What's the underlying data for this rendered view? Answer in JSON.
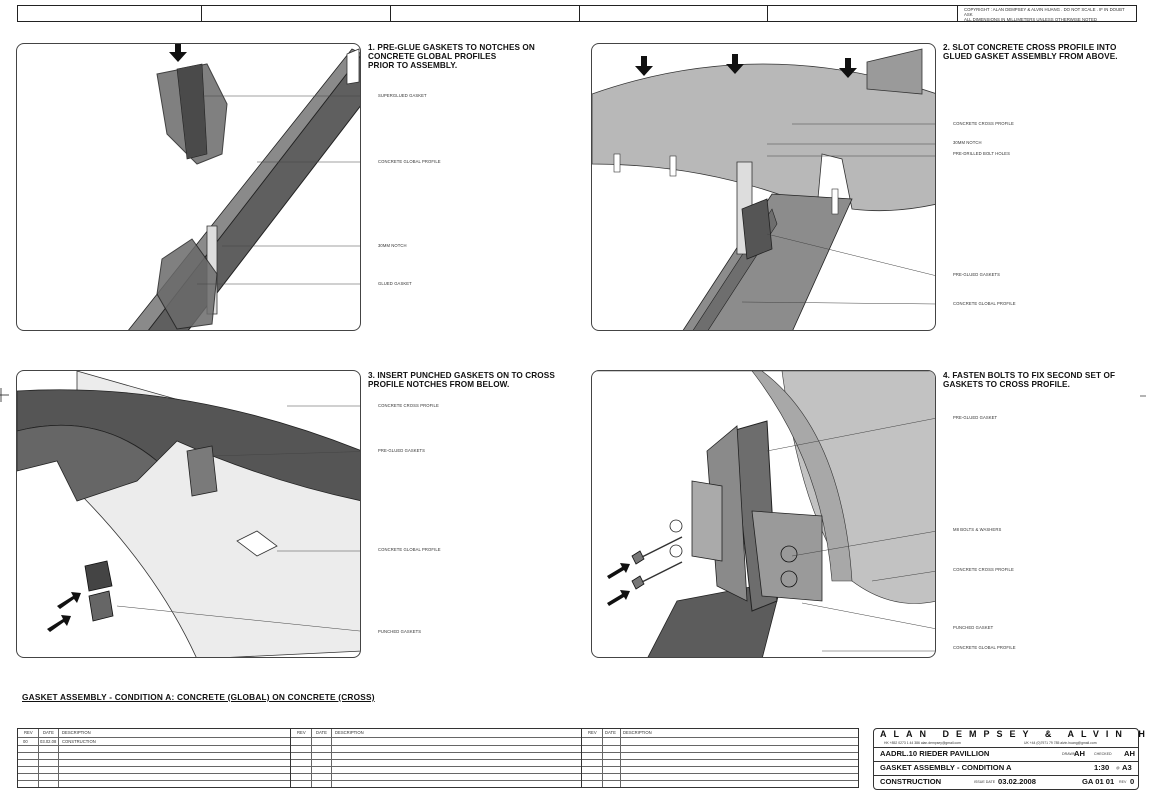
{
  "copyright_note": "COPYRIGHT : ALAN DEMPSEY & ALVIN HUANG . DO NOT SCALE . IF IN DOUBT ASK\nALL DIMENSIONS IN MILLIMETERS UNLESS OTHERWISE NOTED",
  "steps": [
    {
      "title": "1. PRE-GLUE GASKETS TO NOTCHES ON\n    CONCRETE GLOBAL PROFILES\n    PRIOR TO ASSEMBLY.",
      "callouts": [
        "SUPERGLUED GASKET",
        "CONCRETE GLOBAL PROFILE",
        "30MM NOTCH",
        "GLUED GASKET"
      ]
    },
    {
      "title": "2. SLOT CONCRETE CROSS PROFILE INTO\n    GLUED GASKET ASSEMBLY FROM ABOVE.",
      "callouts": [
        "CONCRETE CROSS PROFILE",
        "30MM NOTCH",
        "PRE-DRILLED BOLT HOLES",
        "PRE-GLUED GASKETS",
        "CONCRETE GLOBAL PROFILE"
      ]
    },
    {
      "title": "3. INSERT PUNCHED GASKETS ON TO CROSS\n    PROFILE NOTCHES FROM BELOW.",
      "callouts": [
        "CONCRETE CROSS PROFILE",
        "PRE-GLUED GASKETS",
        "CONCRETE GLOBAL PROFILE",
        "PUNCHED GASKETS"
      ]
    },
    {
      "title": "4. FASTEN BOLTS TO FIX SECOND SET OF\n    GASKETS TO CROSS PROFILE.",
      "callouts": [
        "PRE-GLUED GASKET",
        "M8 BOLTS & WASHERS",
        "CONCRETE CROSS PROFILE",
        "PUNCHED GASKET",
        "CONCRETE GLOBAL PROFILE"
      ]
    }
  ],
  "drawing_title": "GASKET ASSEMBLY - CONDITION A: CONCRETE (GLOBAL) ON CONCRETE (CROSS)",
  "revision_headers": {
    "rev": "REV",
    "date": "DATE",
    "description": "DESCRIPTION"
  },
  "revision_rows": [
    {
      "rev": "00",
      "date": "03.02.08",
      "description": "CONSTRUCTION"
    }
  ],
  "title_block": {
    "firm": "ALAN DEMPSEY & ALVIN HUANG",
    "contact_left": "HK +852 0273 1 44 386 alan.dempsey@gmail.com",
    "contact_right": "UK +44 (0)7971 79 785 alvin.huang@gmail.com",
    "project": "AADRL.10 RIEDER PAVILLION",
    "drawn_label": "DRAWN",
    "drawn": "AH",
    "checked_label": "CHECKED",
    "checked": "AH",
    "sheet": "GASKET ASSEMBLY - CONDITION A",
    "scale": "1:30",
    "at": "@",
    "paper": "A3",
    "status": "CONSTRUCTION",
    "issue_label": "ISSUE DATE",
    "issue_date": "03.02.2008",
    "drawing_no": "GA 01 01",
    "rev_label": "REV",
    "rev": "0"
  }
}
